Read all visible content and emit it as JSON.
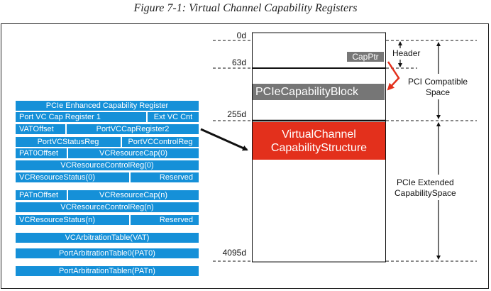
{
  "figure": {
    "title": "Figure 7-1: Virtual Channel Capability Registers"
  },
  "registers": {
    "header": "PCIe Enhanced Capability Register",
    "port_vc_cap_1": "Port VC Cap Register 1",
    "ext_vc_cnt": "Ext VC Cnt",
    "vat_offset": "VATOffset",
    "port_vc_cap_2": "PortVCCapRegister2",
    "port_vc_status": "PortVCStatusReg",
    "port_vc_control": "PortVCControlReg",
    "pat0_offset": "PAT0Offset",
    "vc_resource_cap_0": "VCResourceCap(0)",
    "vc_resource_control_0": "VCResourceControlReg(0)",
    "vc_resource_status_0": "VCResourceStatus(0)",
    "reserved_0": "Reserved",
    "patn_offset": "PATnOffset",
    "vc_resource_cap_n": "VCResourceCap(n)",
    "vc_resource_control_n": "VCResourceControlReg(n)",
    "vc_resource_status_n": "VCResourceStatus(n)",
    "reserved_n": "Reserved",
    "vc_arb_table": "VCArbitrationTable(VAT)",
    "port_arb_table_0": "PortArbitrationTable0(PAT0)",
    "port_arb_table_n": "PortArbitrationTablen(PATn)"
  },
  "config_space": {
    "offsets": [
      "0d",
      "63d",
      "255d",
      "4095d"
    ],
    "cap_ptr": "CapPtr",
    "cap_block": "PCIeCapabilityBlock",
    "vc_structure": "VirtualChannel\nCapabilityStructure",
    "header_label": "Header",
    "pci_compatible_label": "PCI Compatible\nSpace",
    "pcie_extended_label": "PCIe  Extended\nCapabilitySpace"
  },
  "colors": {
    "register_blue": "#1590d8",
    "block_gray": "#767676",
    "vc_red": "#e3301c",
    "pointer_red": "#e3301c"
  }
}
